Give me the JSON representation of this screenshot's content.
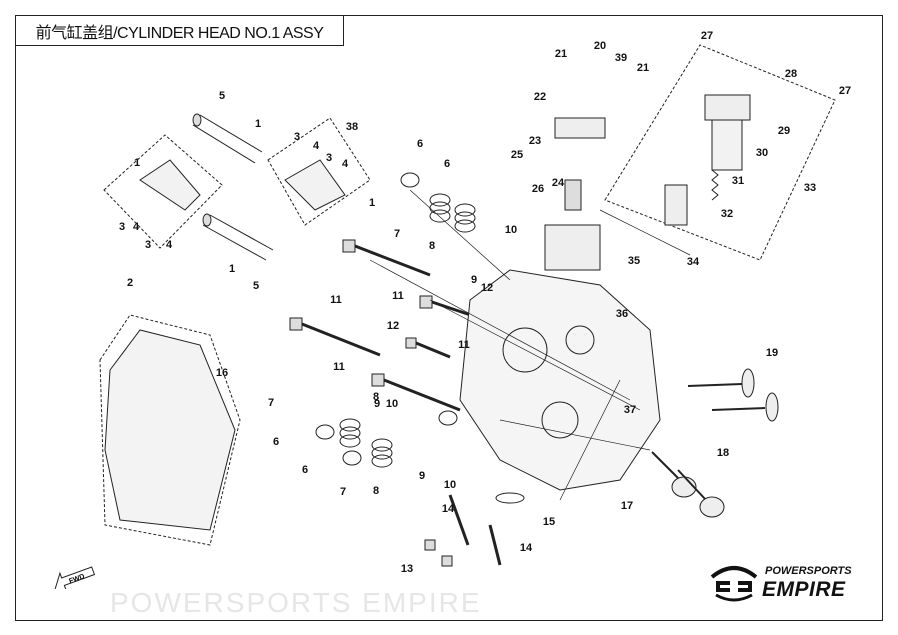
{
  "title": "前气缸盖组/CYLINDER HEAD NO.1 ASSY",
  "watermark": "POWERSPORTS EMPIRE",
  "logo": {
    "line1": "POWERSPORTS",
    "line2": "EMPIRE"
  },
  "fwd_label": "FWD",
  "callouts": [
    "27",
    "20",
    "39",
    "21",
    "21",
    "28",
    "27",
    "22",
    "29",
    "5",
    "1",
    "38",
    "23",
    "30",
    "25",
    "6",
    "6",
    "1",
    "3",
    "4",
    "3",
    "4",
    "31",
    "33",
    "24",
    "26",
    "32",
    "3",
    "4",
    "7",
    "8",
    "10",
    "1",
    "3",
    "4",
    "9",
    "34",
    "35",
    "2",
    "1",
    "5",
    "12",
    "11",
    "11",
    "36",
    "12",
    "11",
    "16",
    "11",
    "8",
    "19",
    "7",
    "9",
    "10",
    "37",
    "6",
    "6",
    "7",
    "8",
    "9",
    "10",
    "18",
    "17",
    "15",
    "14",
    "14",
    "13"
  ]
}
